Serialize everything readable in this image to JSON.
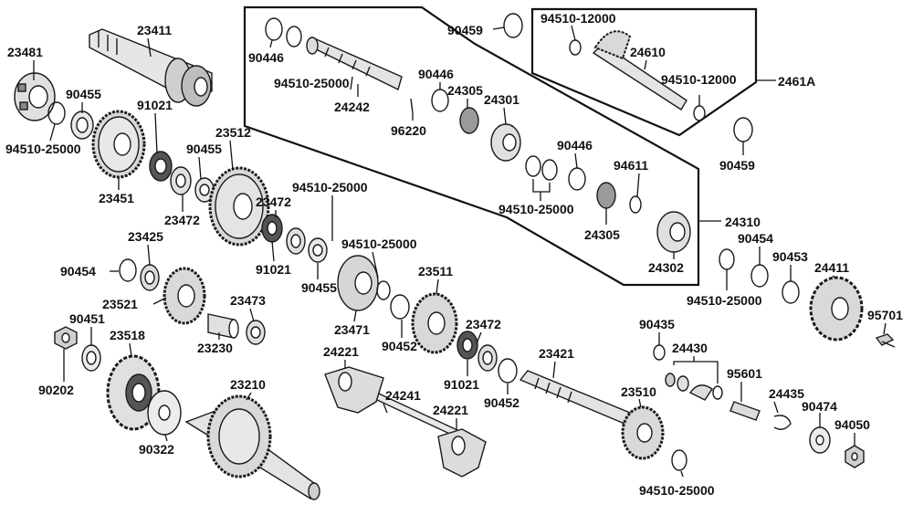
{
  "diagram": {
    "colors": {
      "ink": "#111111",
      "outline": "#1a1a1a",
      "part_fill": "#e6e6e6",
      "part_dark": "#9a9a9a",
      "background": "#ffffff"
    },
    "labels": [
      {
        "id": "p23411",
        "text": "23411"
      },
      {
        "id": "p23481",
        "text": "23481"
      },
      {
        "id": "p90455a",
        "text": "90455"
      },
      {
        "id": "p91021a",
        "text": "91021"
      },
      {
        "id": "p94510a",
        "text": "94510-25000"
      },
      {
        "id": "p23451",
        "text": "23451"
      },
      {
        "id": "p90455b",
        "text": "90455"
      },
      {
        "id": "p23512",
        "text": "23512"
      },
      {
        "id": "p23472a",
        "text": "23472"
      },
      {
        "id": "p23472b",
        "text": "23472"
      },
      {
        "id": "p94510b",
        "text": "94510-25000"
      },
      {
        "id": "p91021b",
        "text": "91021"
      },
      {
        "id": "p90455c",
        "text": "90455"
      },
      {
        "id": "p94510c",
        "text": "94510-25000"
      },
      {
        "id": "p23425",
        "text": "23425"
      },
      {
        "id": "p90454a",
        "text": "90454"
      },
      {
        "id": "p23521",
        "text": "23521"
      },
      {
        "id": "p23473",
        "text": "23473"
      },
      {
        "id": "p23230",
        "text": "23230"
      },
      {
        "id": "p90451",
        "text": "90451"
      },
      {
        "id": "p23518",
        "text": "23518"
      },
      {
        "id": "p90202",
        "text": "90202"
      },
      {
        "id": "p23210",
        "text": "23210"
      },
      {
        "id": "p90322",
        "text": "90322"
      },
      {
        "id": "p23471",
        "text": "23471"
      },
      {
        "id": "p23511",
        "text": "23511"
      },
      {
        "id": "p90452a",
        "text": "90452"
      },
      {
        "id": "p23472c",
        "text": "23472"
      },
      {
        "id": "p91021c",
        "text": "91021"
      },
      {
        "id": "p90452b",
        "text": "90452"
      },
      {
        "id": "p24221a",
        "text": "24221"
      },
      {
        "id": "p24241",
        "text": "24241"
      },
      {
        "id": "p24221b",
        "text": "24221"
      },
      {
        "id": "p23421",
        "text": "23421"
      },
      {
        "id": "p23510",
        "text": "23510"
      },
      {
        "id": "p94510d",
        "text": "94510-25000"
      },
      {
        "id": "p90446a",
        "text": "90446"
      },
      {
        "id": "p94510e",
        "text": "94510-25000"
      },
      {
        "id": "p24242",
        "text": "24242"
      },
      {
        "id": "p96220",
        "text": "96220"
      },
      {
        "id": "p90446b",
        "text": "90446"
      },
      {
        "id": "p24305a",
        "text": "24305"
      },
      {
        "id": "p24301",
        "text": "24301"
      },
      {
        "id": "p90446c",
        "text": "90446"
      },
      {
        "id": "p94611",
        "text": "94611"
      },
      {
        "id": "p94510f",
        "text": "94510-25000"
      },
      {
        "id": "p24305b",
        "text": "24305"
      },
      {
        "id": "p24302",
        "text": "24302"
      },
      {
        "id": "p24310",
        "text": "24310"
      },
      {
        "id": "p90459a",
        "text": "90459"
      },
      {
        "id": "p94510g",
        "text": "94510-12000"
      },
      {
        "id": "p24610",
        "text": "24610"
      },
      {
        "id": "p94510h",
        "text": "94510-12000"
      },
      {
        "id": "p2461A",
        "text": "2461A"
      },
      {
        "id": "p90459b",
        "text": "90459"
      },
      {
        "id": "p90454b",
        "text": "90454"
      },
      {
        "id": "p90453",
        "text": "90453"
      },
      {
        "id": "p24411",
        "text": "24411"
      },
      {
        "id": "p94510i",
        "text": "94510-25000"
      },
      {
        "id": "p95701",
        "text": "95701"
      },
      {
        "id": "p90435",
        "text": "90435"
      },
      {
        "id": "p24430",
        "text": "24430"
      },
      {
        "id": "p95601",
        "text": "95601"
      },
      {
        "id": "p24435",
        "text": "24435"
      },
      {
        "id": "p90474",
        "text": "90474"
      },
      {
        "id": "p94050",
        "text": "94050"
      }
    ]
  }
}
